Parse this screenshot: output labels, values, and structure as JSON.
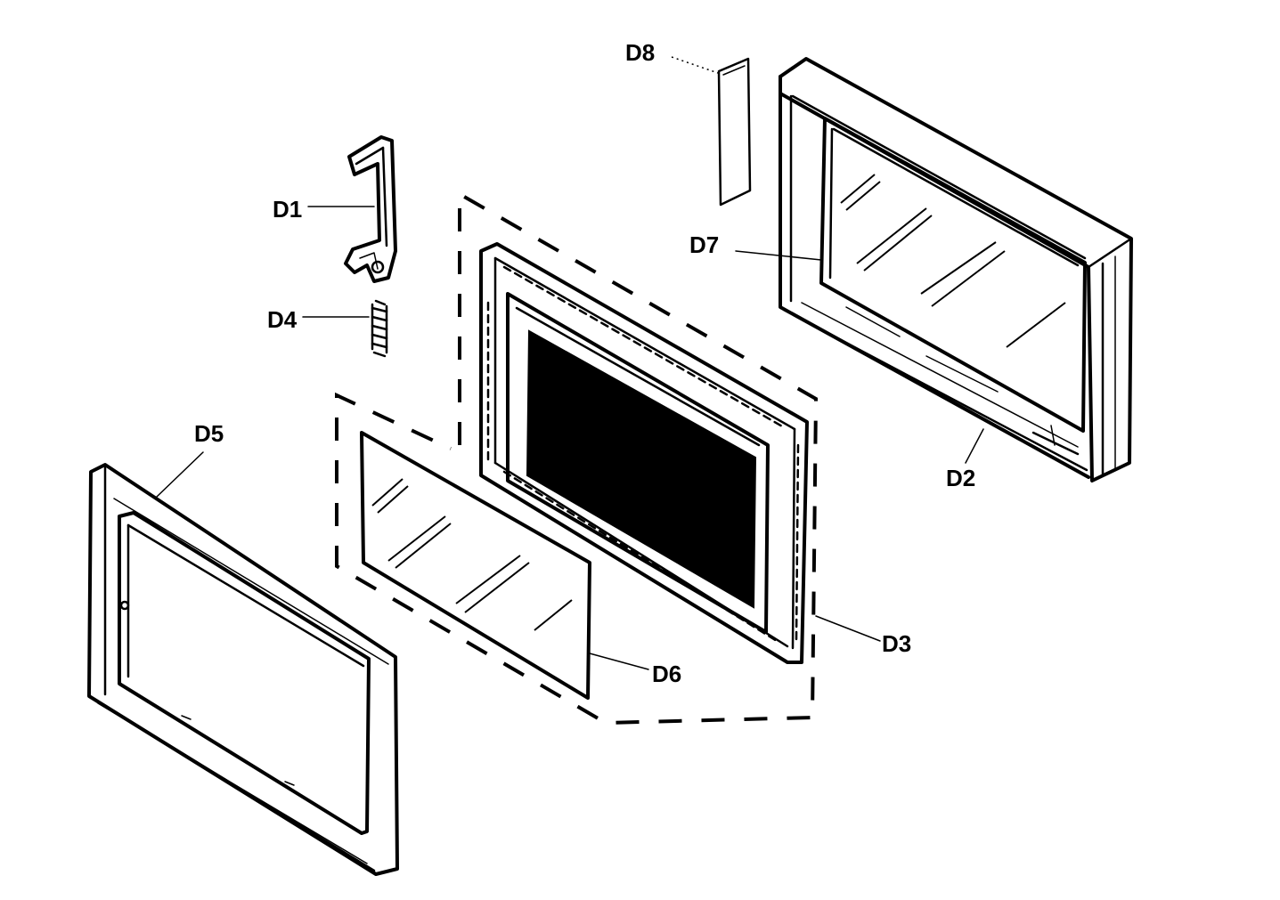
{
  "labels": {
    "d1": "D1",
    "d2": "D2",
    "d3": "D3",
    "d4": "D4",
    "d5": "D5",
    "d6": "D6",
    "d7": "D7",
    "d8": "D8"
  },
  "colors": {
    "ink": "#000000",
    "paper": "#ffffff"
  }
}
